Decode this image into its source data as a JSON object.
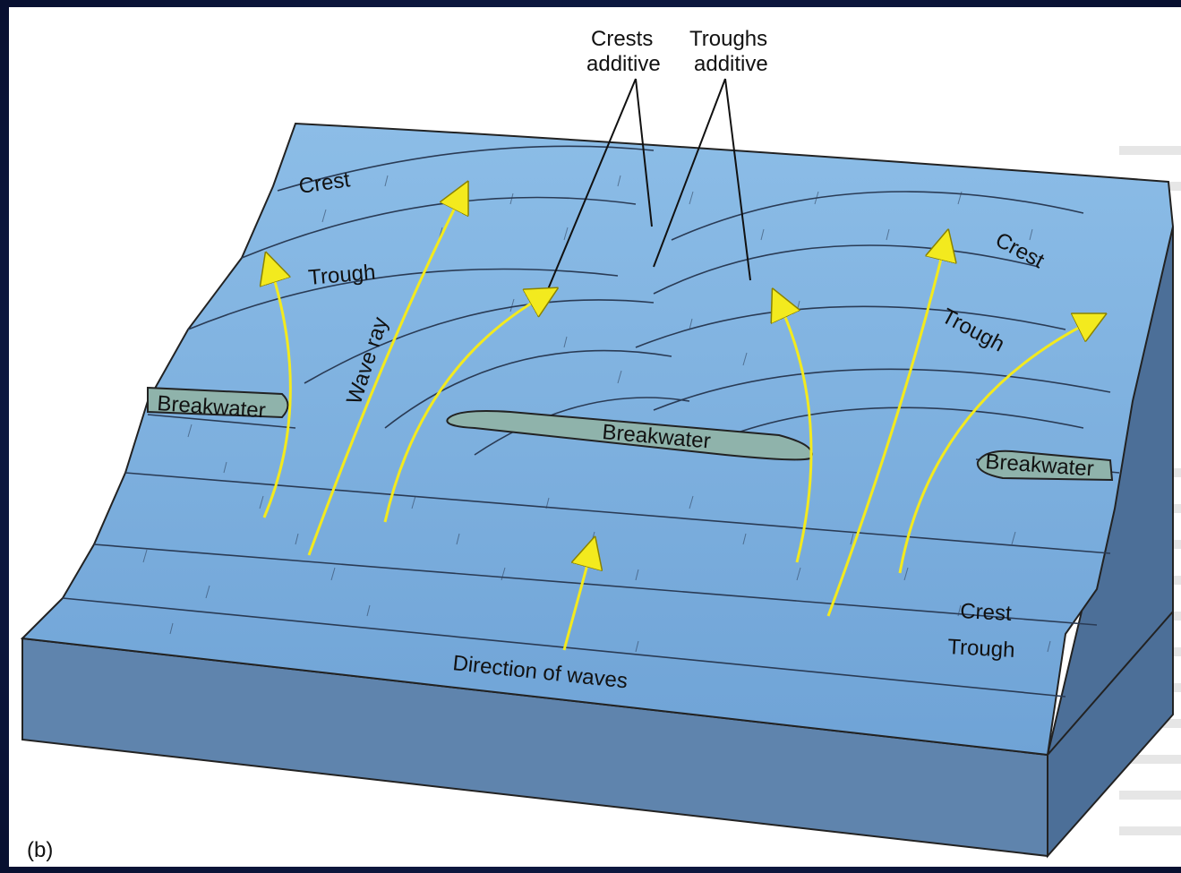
{
  "figure": {
    "caption": "(b)",
    "labels": {
      "crests_additive_1": "Crests",
      "crests_additive_2": "additive",
      "troughs_additive_1": "Troughs",
      "troughs_additive_2": "additive",
      "crest_left": "Crest",
      "trough_left": "Trough",
      "wave_ray": "Wave ray",
      "breakwater_left": "Breakwater",
      "breakwater_center": "Breakwater",
      "breakwater_right": "Breakwater",
      "crest_right_top": "Crest",
      "trough_right_top": "Trough",
      "crest_right_bottom": "Crest",
      "trough_right_bottom": "Trough",
      "direction_of_waves": "Direction of waves"
    },
    "colors": {
      "water_surface": "#7fb1de",
      "water_side": "#5f84ad",
      "breakwater": "#8fb3ab",
      "wave_ray_arrow": "#f3ea1e",
      "frame": "#0e1a44"
    }
  }
}
